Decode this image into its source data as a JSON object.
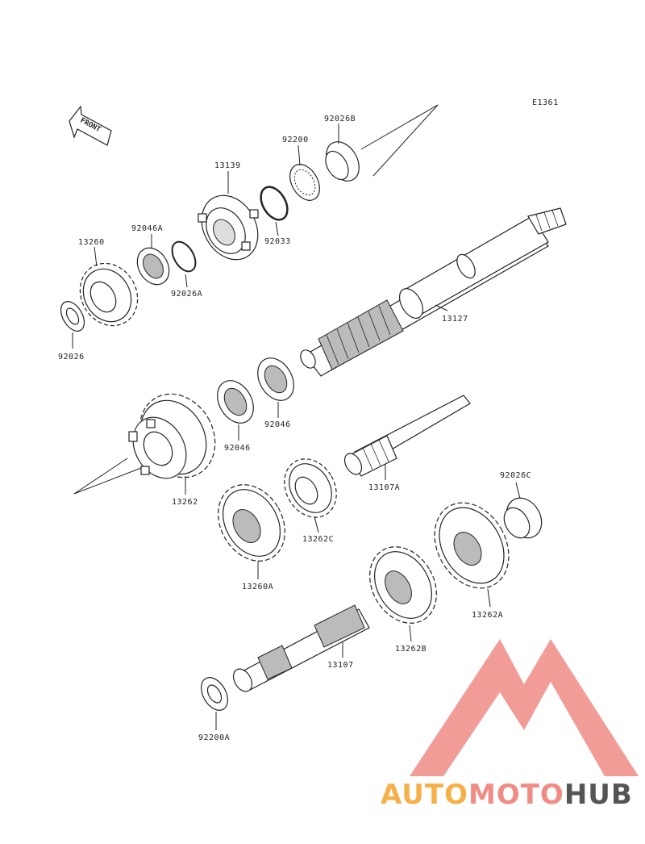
{
  "diagram": {
    "code": "E1361",
    "front_label": "FRONT",
    "parts": [
      {
        "id": "p-92026B",
        "label": "92026B"
      },
      {
        "id": "p-92200",
        "label": "92200"
      },
      {
        "id": "p-13139",
        "label": "13139"
      },
      {
        "id": "p-92033",
        "label": "92033"
      },
      {
        "id": "p-92046A",
        "label": "92046A"
      },
      {
        "id": "p-92026A",
        "label": "92026A"
      },
      {
        "id": "p-13260",
        "label": "13260"
      },
      {
        "id": "p-92026",
        "label": "92026"
      },
      {
        "id": "p-13127",
        "label": "13127"
      },
      {
        "id": "p-92046a",
        "label": "92046"
      },
      {
        "id": "p-92046b",
        "label": "92046"
      },
      {
        "id": "p-13262",
        "label": "13262"
      },
      {
        "id": "p-13107A",
        "label": "13107A"
      },
      {
        "id": "p-92026C",
        "label": "92026C"
      },
      {
        "id": "p-13262C",
        "label": "13262C"
      },
      {
        "id": "p-13260A",
        "label": "13260A"
      },
      {
        "id": "p-13262A",
        "label": "13262A"
      },
      {
        "id": "p-13262B",
        "label": "13262B"
      },
      {
        "id": "p-13107",
        "label": "13107"
      },
      {
        "id": "p-92200A",
        "label": "92200A"
      }
    ]
  },
  "watermark": {
    "part1": "AUTO",
    "part2": "MOTO",
    "part3": "HUB",
    "color1": "#f6b04a",
    "color2": "#f08b85",
    "color3": "#555555",
    "logo_color": "#f08b85"
  }
}
